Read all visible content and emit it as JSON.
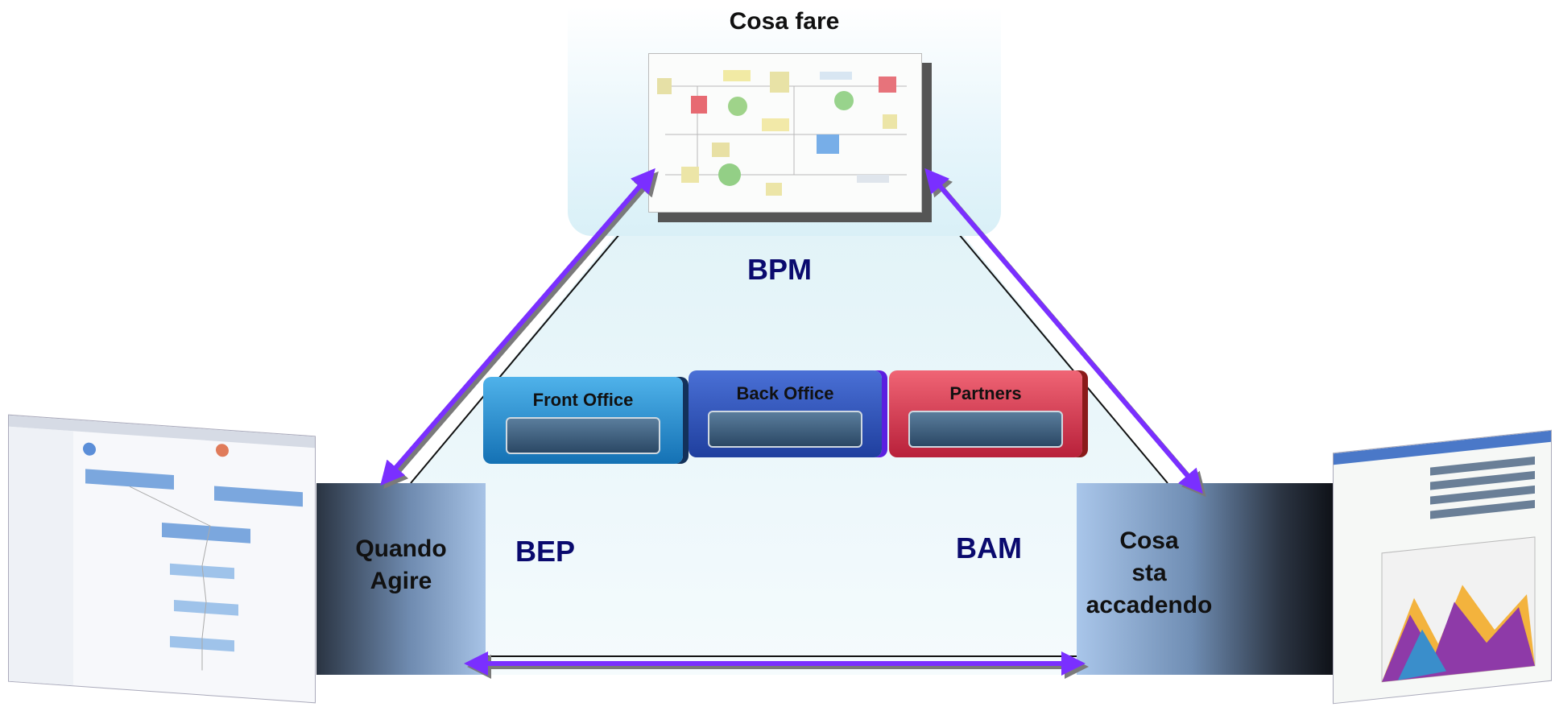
{
  "top": {
    "title": "Cosa fare"
  },
  "labels": {
    "bpm": "BPM",
    "bep": "BEP",
    "bam": "BAM"
  },
  "departments": [
    {
      "name": "Front Office",
      "color": "#1e7fc7"
    },
    {
      "name": "Back Office",
      "color": "#3b43b8"
    },
    {
      "name": "Partners",
      "color": "#c93148"
    }
  ],
  "left_box": {
    "lines": [
      "Quando",
      "Agire"
    ]
  },
  "right_box": {
    "lines": [
      "Cosa",
      "sta",
      "accadendo"
    ]
  },
  "colors": {
    "arrow": "#7a2fff",
    "arrow_shadow": "#7a7a7a",
    "title_blue": "#0a0a6e"
  }
}
